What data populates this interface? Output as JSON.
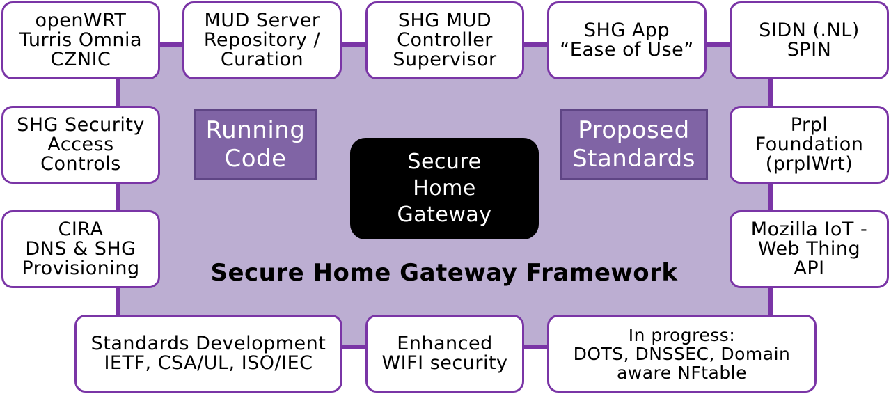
{
  "colors": {
    "frame_fill": "#bcaed2",
    "frame_border": "#7a35a6",
    "tag_fill": "#8064a5",
    "core_fill": "#000000"
  },
  "framework_title": "Secure Home Gateway Framework",
  "core": "Secure\nHome\nGateway",
  "tags": {
    "running_code": "Running\nCode",
    "proposed_standards": "Proposed\nStandards"
  },
  "boxes": {
    "openwrt": "openWRT\nTurris Omnia\nCZNIC",
    "mud_server": "MUD Server\nRepository /\nCuration",
    "shg_mud": "SHG MUD\nController\nSupervisor",
    "shg_app": "SHG App\n“Ease of Use”",
    "sidn": "SIDN (.NL)\nSPIN",
    "shg_security": "SHG Security\nAccess\nControls",
    "prpl": "Prpl\nFoundation\n(prplWrt)",
    "cira": "CIRA\nDNS & SHG\nProvisioning",
    "mozilla": "Mozilla IoT -\nWeb Thing\nAPI",
    "standards": "Standards Development\nIETF, CSA/UL, ISO/IEC",
    "wifi": "Enhanced\nWIFI security",
    "in_progress": "In progress:\nDOTS, DNSSEC, Domain\naware NFtable"
  }
}
